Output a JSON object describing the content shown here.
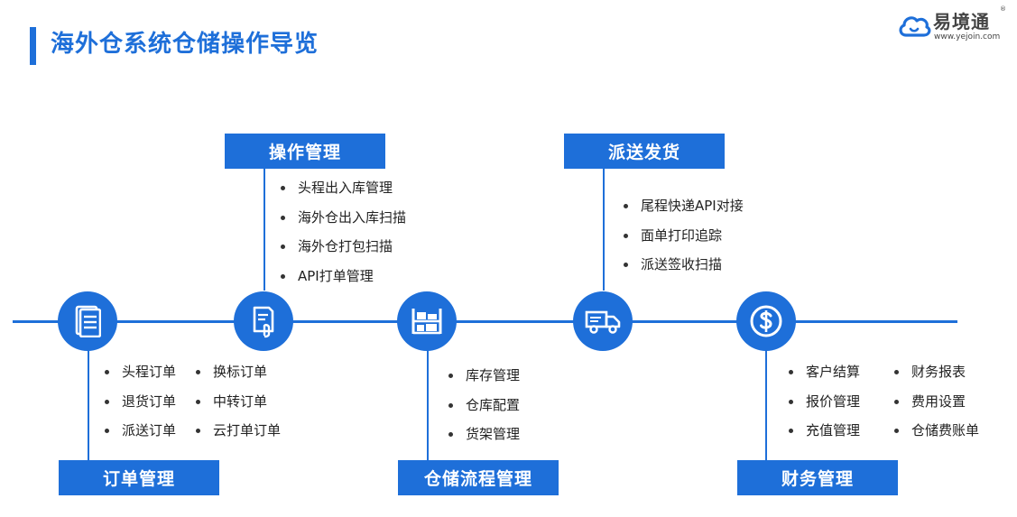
{
  "header": {
    "title": "海外仓系统仓储操作导览"
  },
  "logo": {
    "name": "易境通",
    "url": "www.yejoin.com",
    "reg": "®"
  },
  "colors": {
    "accent": "#1e6fd9",
    "text": "#222222"
  },
  "modules": {
    "order": {
      "label": "订单管理",
      "icon": "document-icon",
      "items_left": [
        "头程订单",
        "退货订单",
        "派送订单"
      ],
      "items_right": [
        "换标订单",
        "中转订单",
        "云打单订单"
      ]
    },
    "operation": {
      "label": "操作管理",
      "icon": "scan-document-icon",
      "items": [
        "头程出入库管理",
        "海外仓出入库扫描",
        "海外仓打包扫描",
        "API打单管理"
      ]
    },
    "warehouse": {
      "label": "仓储流程管理",
      "icon": "shelf-icon",
      "items": [
        "库存管理",
        "仓库配置",
        "货架管理"
      ]
    },
    "delivery": {
      "label": "派送发货",
      "icon": "truck-icon",
      "items": [
        "尾程快递API对接",
        "面单打印追踪",
        "派送签收扫描"
      ]
    },
    "finance": {
      "label": "财务管理",
      "icon": "dollar-icon",
      "items_left": [
        "客户结算",
        "报价管理",
        "充值管理"
      ],
      "items_right": [
        "财务报表",
        "费用设置",
        "仓储费账单"
      ]
    }
  }
}
